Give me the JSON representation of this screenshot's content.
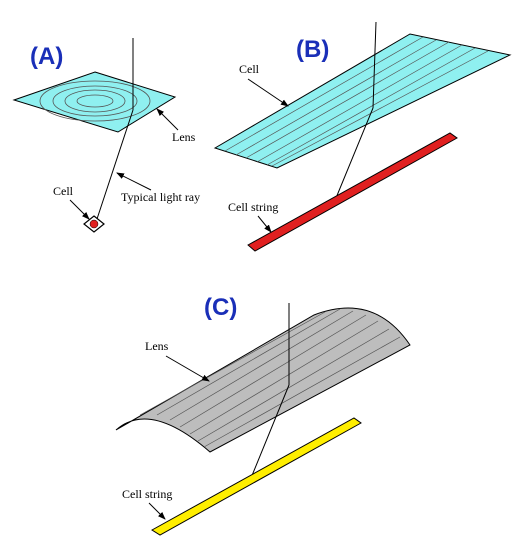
{
  "panels": {
    "a": {
      "label": "(A)",
      "lens_label": "Lens",
      "cell_label": "Cell",
      "ray_label": "Typical light ray"
    },
    "b": {
      "label": "(B)",
      "cell_label": "Cell",
      "string_label": "Cell string"
    },
    "c": {
      "label": "(C)",
      "lens_label": "Lens",
      "string_label": "Cell string"
    }
  },
  "colors": {
    "panel_label": "#1a2fb8",
    "lens_fill": "#8ff0f0",
    "cell_red": "#e02020",
    "cell_string_yellow": "#ffee00",
    "arched_lens_fill": "#bdbdbd"
  }
}
